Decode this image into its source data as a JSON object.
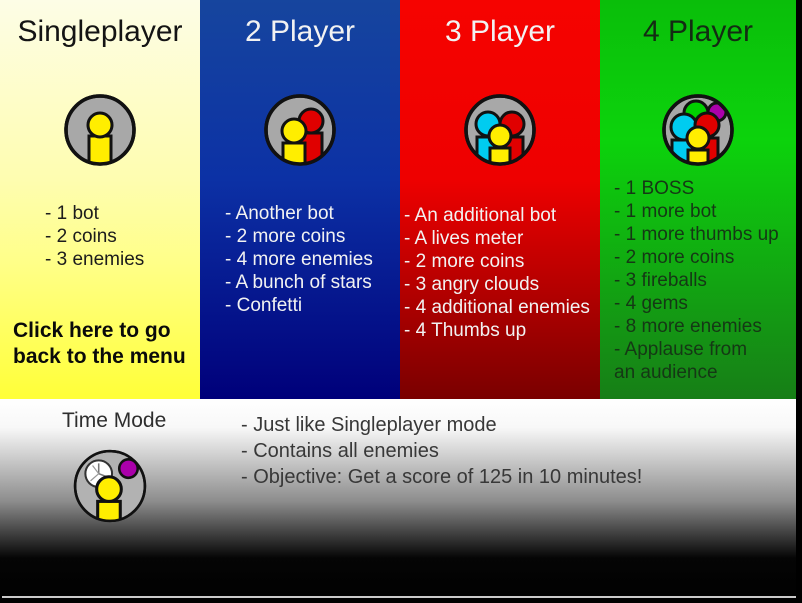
{
  "panels": [
    {
      "id": "singleplayer",
      "title": "Singleplayer",
      "icon": "single-player-badge-icon",
      "features": [
        "- 1 bot",
        "- 2 coins",
        "- 3 enemies"
      ],
      "back_link": "Click here to go back to the menu",
      "colors": {
        "bg_top": "#fdfde6",
        "bg_bottom": "#ffff38",
        "text": "#141414"
      }
    },
    {
      "id": "2-player",
      "title": "2 Player",
      "icon": "two-player-badge-icon",
      "features": [
        "- Another bot",
        "- 2 more coins",
        "- 4 more enemies",
        "- A bunch of stars",
        "- Confetti"
      ],
      "colors": {
        "bg_top": "#16459e",
        "bg_bottom": "#00007a",
        "text": "#f2f2f2"
      }
    },
    {
      "id": "3-player",
      "title": "3 Player",
      "icon": "three-player-badge-icon",
      "features": [
        "- An additional bot",
        "- A lives meter",
        "- 2 more coins",
        "- 3 angry clouds",
        "- 4 additional enemies",
        "- 4 Thumbs up"
      ],
      "colors": {
        "bg_top": "#f60300",
        "bg_bottom": "#7a0000",
        "text": "#f2f2f2"
      }
    },
    {
      "id": "4-player",
      "title": "4 Player",
      "icon": "four-player-badge-icon",
      "features": [
        "- 1 BOSS",
        "- 1 more bot",
        "- 1 more thumbs up",
        "- 2 more coins",
        "- 3 fireballs",
        "- 4 gems",
        "- 8 more enemies",
        "- Applause from",
        "an audience"
      ],
      "colors": {
        "bg_top": "#0abe0a",
        "bg_bottom": "#177e17",
        "text": "#153815"
      }
    }
  ],
  "time_mode": {
    "title": "Time Mode",
    "icon": "time-mode-clock-player-icon",
    "features": [
      "- Just like Singleplayer mode",
      "- Contains all enemies",
      "- Objective: Get a score of 125 in 10 minutes!"
    ],
    "colors": {
      "bg_top": "#ffffff",
      "bg_bottom": "#000000",
      "text": "#383838"
    }
  },
  "icon_colors": {
    "badge_gray": "#a8a8a8",
    "player_yellow": "#ffee00",
    "player_red": "#e00000",
    "player_cyan": "#00ccf0",
    "player_green": "#00d000",
    "player_purple": "#aa00aa",
    "outline": "#111111"
  },
  "divider_color": "#c9c9c9"
}
